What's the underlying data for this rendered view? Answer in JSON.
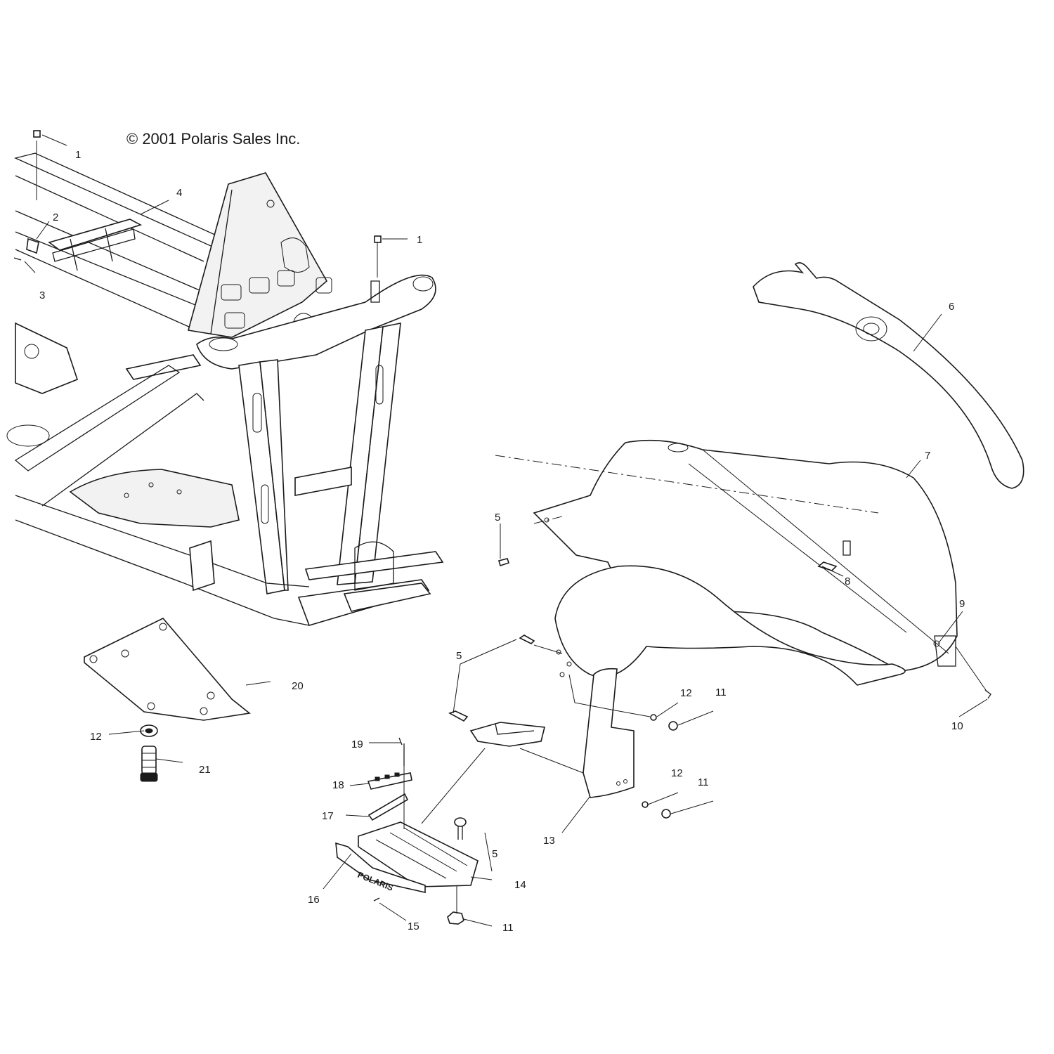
{
  "copyright": "© 2001 Polaris Sales Inc.",
  "callouts": [
    {
      "id": "c1a",
      "label": "1"
    },
    {
      "id": "c1b",
      "label": "1"
    },
    {
      "id": "c2",
      "label": "2"
    },
    {
      "id": "c3",
      "label": "3"
    },
    {
      "id": "c4",
      "label": "4"
    },
    {
      "id": "c5a",
      "label": "5"
    },
    {
      "id": "c5b",
      "label": "5"
    },
    {
      "id": "c5c",
      "label": "5"
    },
    {
      "id": "c6",
      "label": "6"
    },
    {
      "id": "c7",
      "label": "7"
    },
    {
      "id": "c8",
      "label": "8"
    },
    {
      "id": "c9",
      "label": "9"
    },
    {
      "id": "c10",
      "label": "10"
    },
    {
      "id": "c11a",
      "label": "11"
    },
    {
      "id": "c11b",
      "label": "11"
    },
    {
      "id": "c11c",
      "label": "11"
    },
    {
      "id": "c12a",
      "label": "12"
    },
    {
      "id": "c12b",
      "label": "12"
    },
    {
      "id": "c12c",
      "label": "12"
    },
    {
      "id": "c13",
      "label": "13"
    },
    {
      "id": "c14",
      "label": "14"
    },
    {
      "id": "c15",
      "label": "15"
    },
    {
      "id": "c16",
      "label": "16"
    },
    {
      "id": "c17",
      "label": "17"
    },
    {
      "id": "c18",
      "label": "18"
    },
    {
      "id": "c19",
      "label": "19"
    },
    {
      "id": "c20",
      "label": "20"
    },
    {
      "id": "c21",
      "label": "21"
    }
  ],
  "footrest_brand": "POLARIS"
}
